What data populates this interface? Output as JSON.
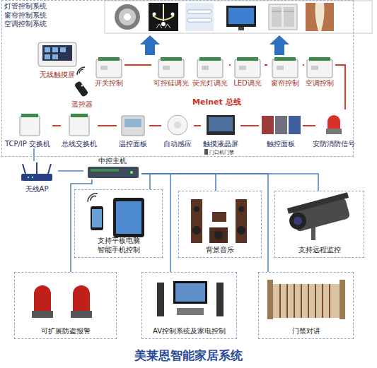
{
  "diagram": {
    "caption": "美莱恩智能家居系统",
    "nodes": [
      {
        "text": [
          "灯管控制系统 窗帘控制系统 空调控制系统"
        ]
      },
      {
        "text": [
          "无线触摸屏"
        ],
        "in": 0
      },
      {
        "text": [
          "遥控器"
        ],
        "in": 0
      },
      {
        "text": [
          "开关控制"
        ],
        "in": 0
      },
      {
        "text": [
          "可控硅调光"
        ],
        "in": 0
      },
      {
        "text": [
          "荧光灯调光"
        ],
        "in": 0
      },
      {
        "text": [
          "LED调光"
        ],
        "in": 0
      },
      {
        "text": [
          "窗帘控制"
        ],
        "in": 0
      },
      {
        "text": [
          "空调控制"
        ],
        "in": 0
      },
      {
        "text": [
          "TCP/IP 交换机"
        ],
        "in": 0
      },
      {
        "text": [
          "总线交换机"
        ],
        "in": 0
      },
      {
        "text": [
          "温控面板"
        ],
        "in": 0
      },
      {
        "text": [
          "自动感应"
        ],
        "in": 0
      },
      {
        "text": [
          "触摸液晶屏"
        ],
        "in": 0
      },
      {
        "text": [
          "触控面板"
        ],
        "in": 0
      },
      {
        "text": [
          "安防消防信号"
        ],
        "in": 0
      },
      {
        "text": [
          "无线AP"
        ]
      },
      {
        "text": [
          "中控主机"
        ]
      },
      {
        "text": [
          "支持平板电脑 智能手机控制"
        ]
      },
      {
        "text": [
          "背景音乐"
        ]
      },
      {
        "text": [
          "支持远程监控"
        ]
      },
      {
        "text": [
          "可扩展防盗报警"
        ]
      },
      {
        "text": [
          "AV控制系统及家电控制"
        ]
      },
      {
        "text": [
          "门禁对讲"
        ]
      }
    ],
    "edges": [
      {
        "from": 3,
        "to": 4,
        "arrow": "none"
      },
      {
        "from": 4,
        "to": 5,
        "arrow": "none"
      },
      {
        "from": 5,
        "to": 6,
        "arrow": "none"
      },
      {
        "from": 6,
        "to": 7,
        "arrow": "none"
      },
      {
        "from": 7,
        "to": 8,
        "arrow": "none"
      },
      {
        "from": 8,
        "to": 15,
        "arrow": "none"
      },
      {
        "from": 15,
        "to": 14,
        "arrow": "none"
      },
      {
        "from": 14,
        "to": 13,
        "arrow": "none"
      },
      {
        "from": 13,
        "to": 12,
        "arrow": "none"
      },
      {
        "from": 12,
        "to": 11,
        "arrow": "none"
      },
      {
        "from": 11,
        "to": 10,
        "arrow": "none"
      },
      {
        "from": 10,
        "to": 9,
        "arrow": "none"
      },
      {
        "from": 9,
        "to": 16,
        "arrow": "none"
      },
      {
        "from": 16,
        "to": 17,
        "arrow": "none"
      },
      {
        "from": 17,
        "to": 18,
        "arrow": "none"
      },
      {
        "from": 17,
        "to": 19,
        "arrow": "none"
      },
      {
        "from": 17,
        "to": 20,
        "arrow": "none"
      },
      {
        "from": 17,
        "to": 21,
        "arrow": "none"
      },
      {
        "from": 17,
        "to": 22,
        "arrow": "none"
      },
      {
        "from": 17,
        "to": 23,
        "arrow": "none"
      }
    ],
    "labels": [
      "Melnet 总线",
      "门口机门禁"
    ]
  }
}
